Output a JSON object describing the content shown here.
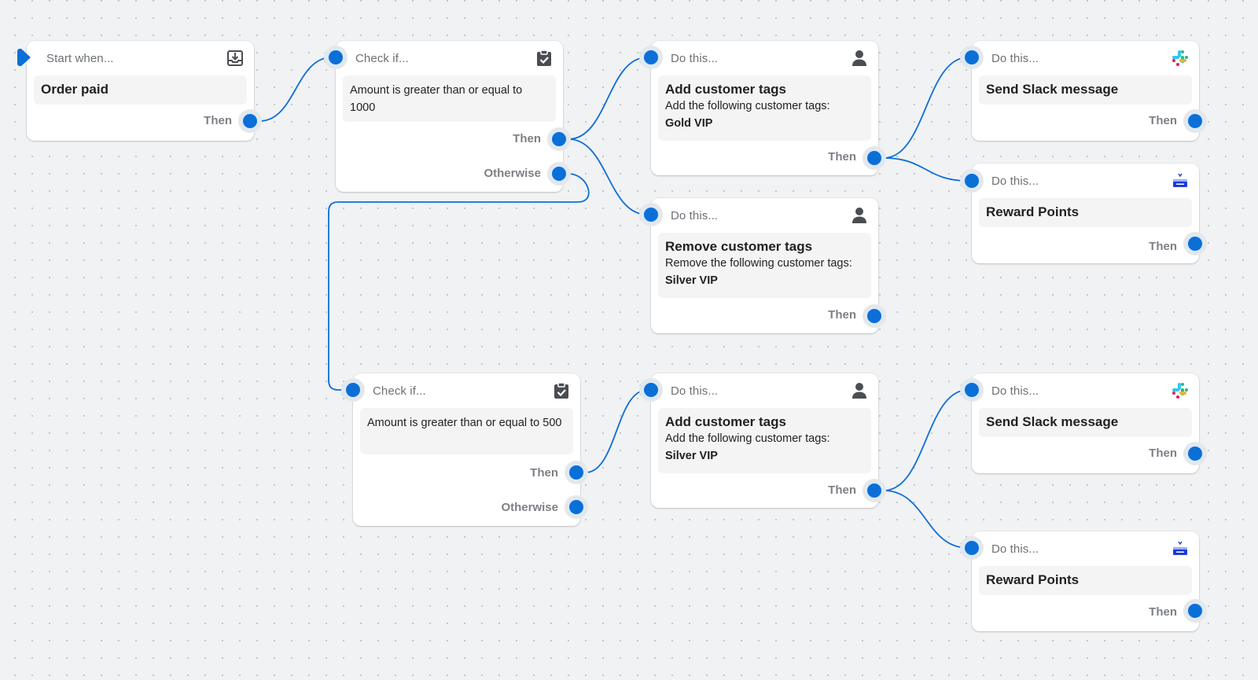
{
  "trigger": {
    "header": "Start when...",
    "title": "Order paid",
    "out": "Then",
    "icon": "inbox-download-icon"
  },
  "check1": {
    "header": "Check if...",
    "text": "Amount is greater than or equal to 1000",
    "then": "Then",
    "otherwise": "Otherwise",
    "icon": "clipboard-check-icon"
  },
  "check2": {
    "header": "Check if...",
    "text": "Amount is greater than or equal to 500",
    "then": "Then",
    "otherwise": "Otherwise",
    "icon": "clipboard-check-icon"
  },
  "add_gold": {
    "header": "Do this...",
    "title": "Add customer tags",
    "desc": "Add the following customer tags:",
    "tag": "Gold VIP",
    "out": "Then",
    "icon": "person-icon"
  },
  "remove_silver": {
    "header": "Do this...",
    "title": "Remove customer tags",
    "desc": "Remove the following customer tags:",
    "tag": "Silver VIP",
    "out": "Then",
    "icon": "person-icon"
  },
  "add_silver": {
    "header": "Do this...",
    "title": "Add customer tags",
    "desc": "Add the following customer tags:",
    "tag": "Silver VIP",
    "out": "Then",
    "icon": "person-icon"
  },
  "slack1": {
    "header": "Do this...",
    "title": "Send Slack message",
    "out": "Then",
    "icon": "slack-icon"
  },
  "reward1": {
    "header": "Do this...",
    "title": "Reward Points",
    "out": "Then",
    "icon": "yotpo-icon"
  },
  "slack2": {
    "header": "Do this...",
    "title": "Send Slack message",
    "out": "Then",
    "icon": "slack-icon"
  },
  "reward2": {
    "header": "Do this...",
    "title": "Reward Points",
    "out": "Then",
    "icon": "yotpo-icon"
  },
  "colors": {
    "accent": "#0b6fd8",
    "canvas": "#f1f2f4"
  }
}
